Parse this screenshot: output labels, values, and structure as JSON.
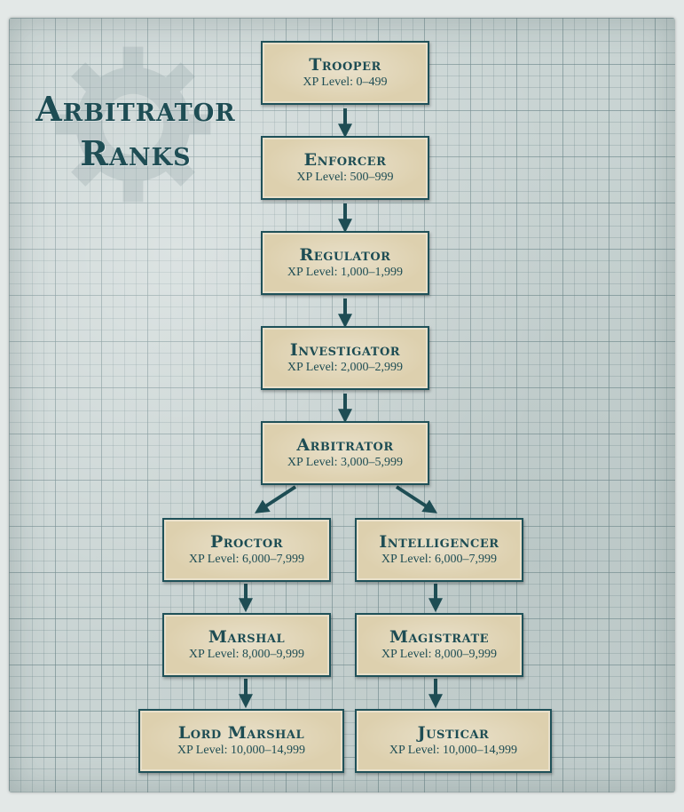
{
  "title": {
    "line1": "Arbitrator",
    "line2": "Ranks"
  },
  "colors": {
    "accent": "#1e4d54",
    "box_fill": "#ddd0ae",
    "parchment": "#c9d4d3"
  },
  "icons": {
    "emblem": "gear-icon"
  },
  "ranks": [
    {
      "name": "Trooper",
      "xp": "XP Level: 0–499"
    },
    {
      "name": "Enforcer",
      "xp": "XP Level: 500–999"
    },
    {
      "name": "Regulator",
      "xp": "XP Level: 1,000–1,999"
    },
    {
      "name": "Investigator",
      "xp": "XP Level: 2,000–2,999"
    },
    {
      "name": "Arbitrator",
      "xp": "XP Level: 3,000–5,999"
    },
    {
      "name": "Proctor",
      "xp": "XP Level: 6,000–7,999"
    },
    {
      "name": "Intelligencer",
      "xp": "XP Level: 6,000–7,999"
    },
    {
      "name": "Marshal",
      "xp": "XP Level: 8,000–9,999"
    },
    {
      "name": "Magistrate",
      "xp": "XP Level: 8,000–9,999"
    },
    {
      "name": "Lord Marshal",
      "xp": "XP Level: 10,000–14,999"
    },
    {
      "name": "Justicar",
      "xp": "XP Level: 10,000–14,999"
    }
  ]
}
